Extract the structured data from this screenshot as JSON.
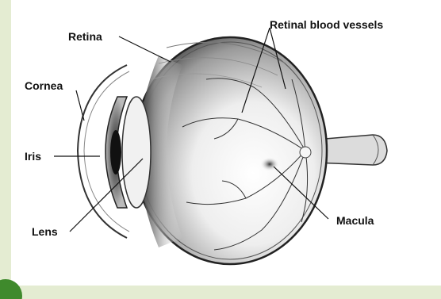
{
  "labels": {
    "retina": "Retina",
    "retinal_blood_vessels": "Retinal blood vessels",
    "cornea": "Cornea",
    "iris": "Iris",
    "lens": "Lens",
    "macula": "Macula"
  },
  "colors": {
    "background": "#e4ecd2",
    "panel": "#ffffff",
    "accent_dot": "#3f8a2c",
    "ink": "#111111"
  }
}
